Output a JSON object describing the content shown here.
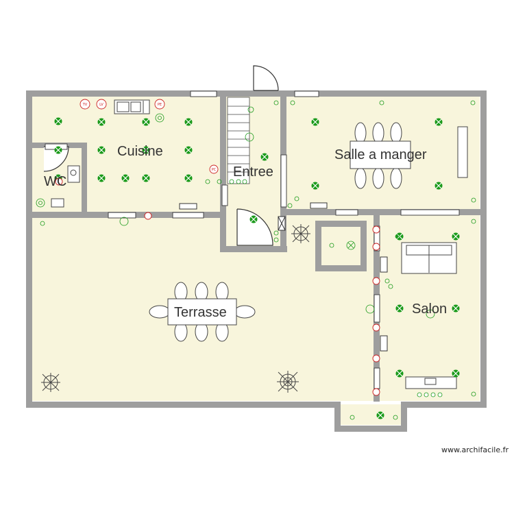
{
  "rooms": {
    "cuisine": "Cuisine",
    "wc": "WC",
    "entree": "Entree",
    "salle_a_manger": "Salle a manger",
    "salon": "Salon",
    "terrasse": "Terrasse"
  },
  "credit": "www.archifacile.fr",
  "symbols": {
    "tv": "TV",
    "lv": "LV",
    "pe": "PE",
    "pc": "PC"
  },
  "colors": {
    "wall": "#9e9e9e",
    "floor": "#f8f5dc",
    "light": "#1a9a1a",
    "outlet": "#cc2222"
  }
}
